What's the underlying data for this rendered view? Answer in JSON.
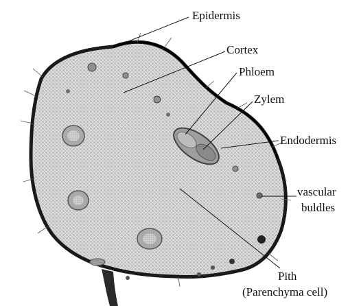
{
  "labels": {
    "epidermis": "Epidermis",
    "cortex": "Cortex",
    "phloem": "Phloem",
    "zylem": "Zylem",
    "endodermis": "Endodermis",
    "vascular_line1": "vascular",
    "vascular_line2": "buldles",
    "pith": "Pith",
    "parenchyma": "(Parenchyma cell)"
  }
}
